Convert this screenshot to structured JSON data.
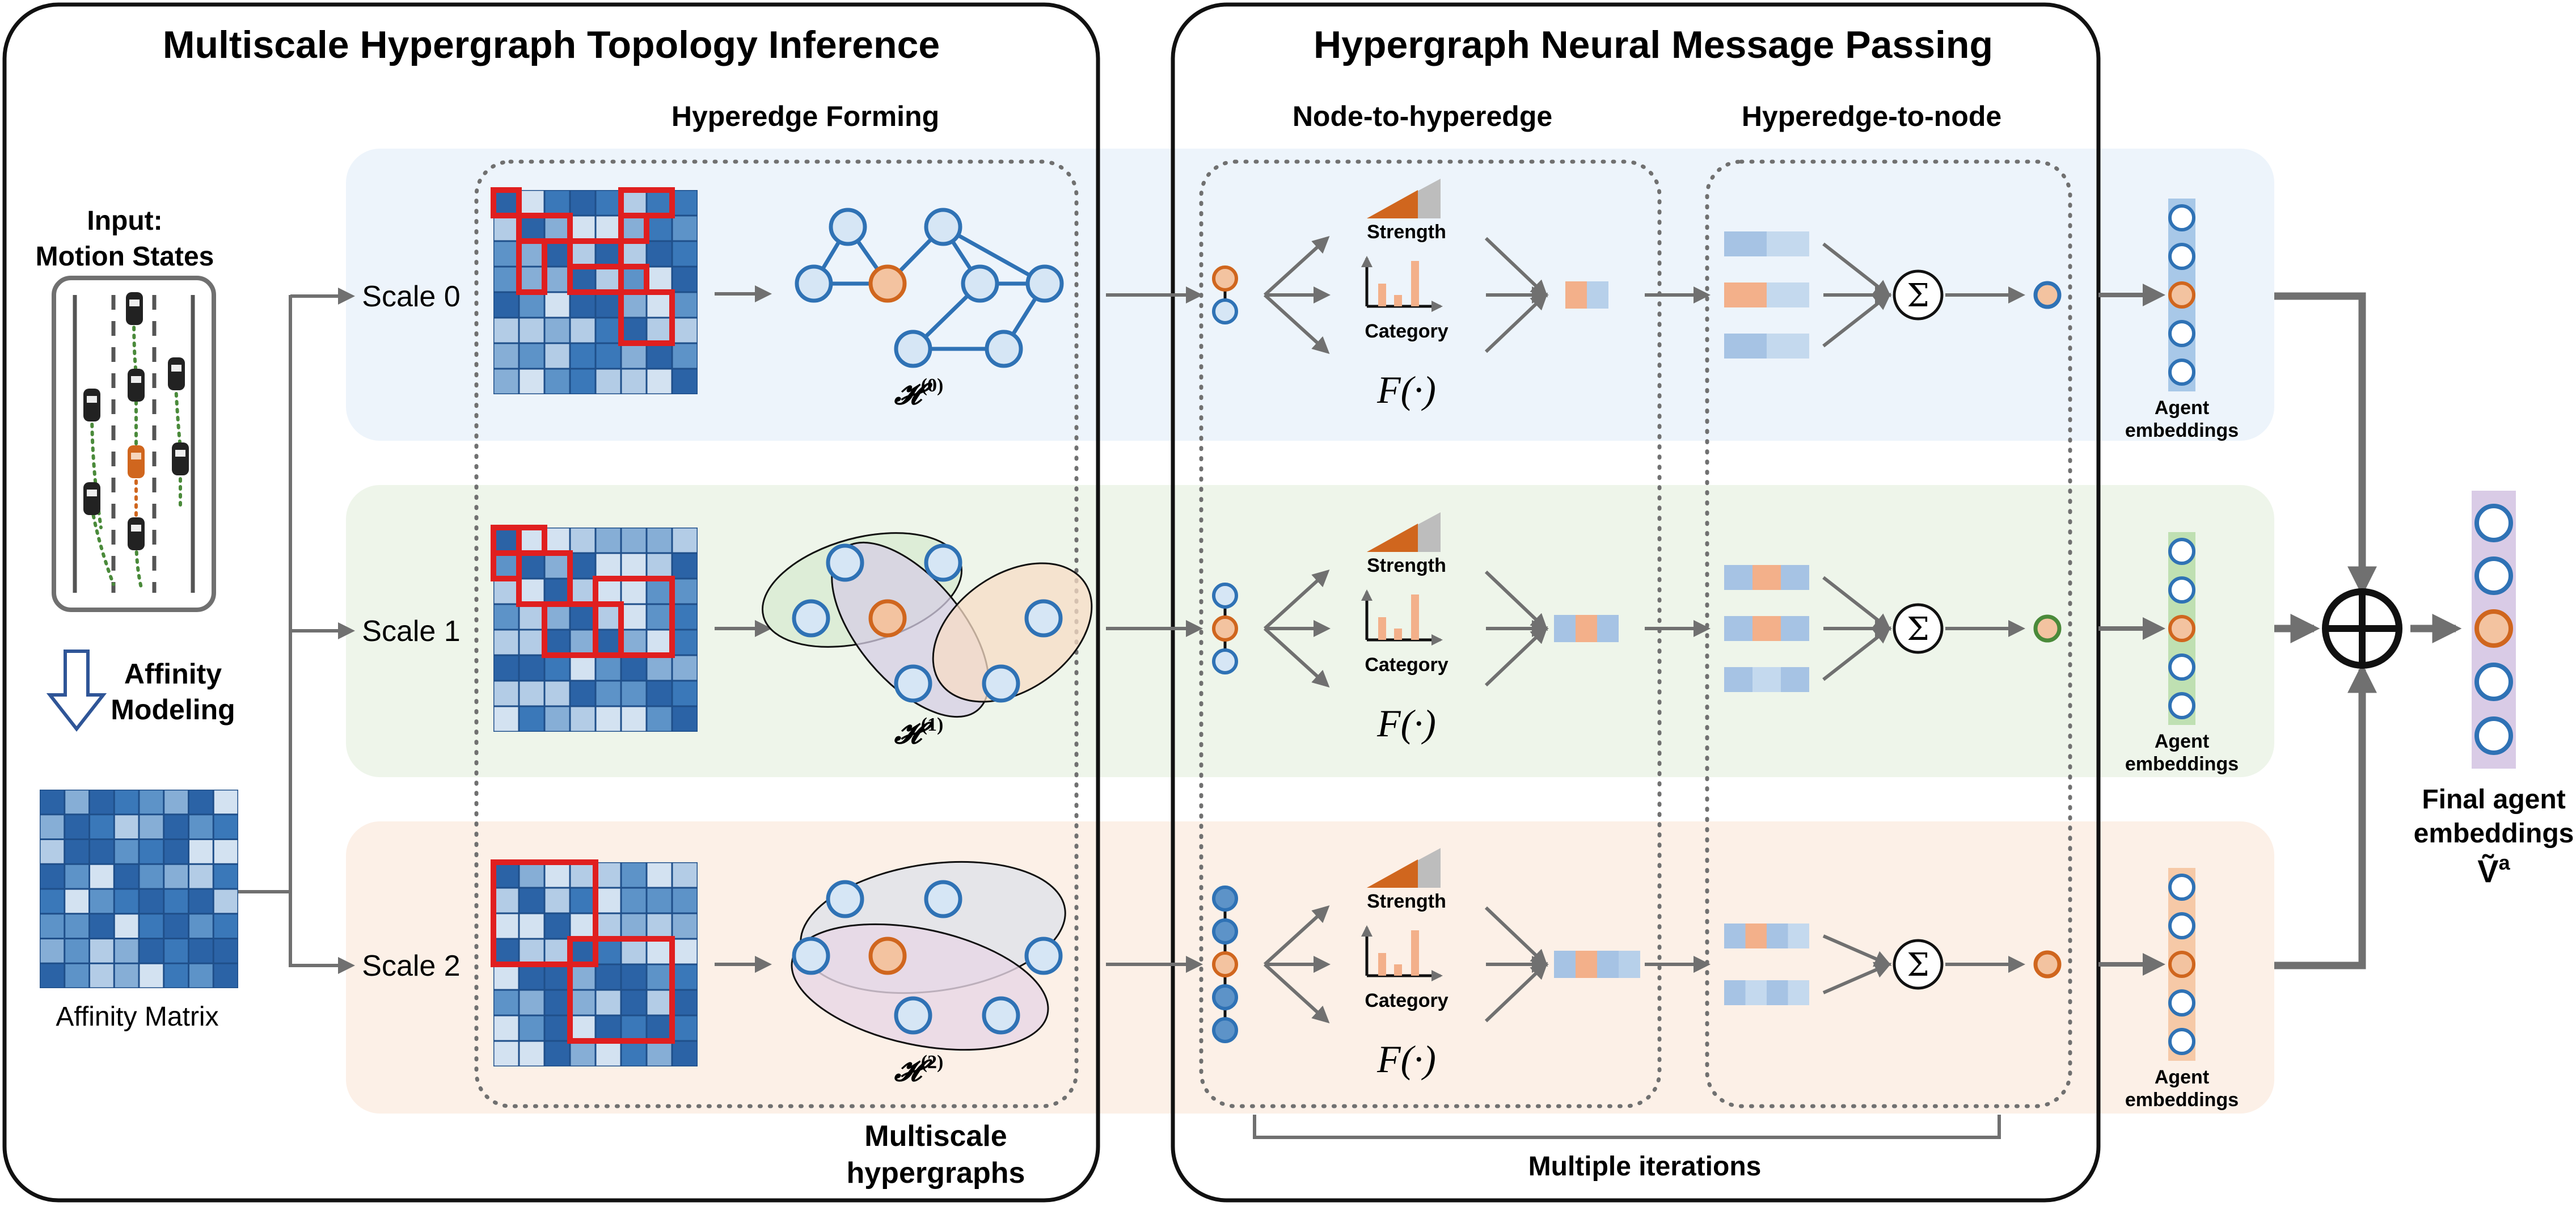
{
  "left_panel": {
    "title": "Multiscale Hypergraph Topology Inference",
    "hyperedge_forming": "Hyperedge Forming",
    "multiscale_hypergraphs_line1": "Multiscale",
    "multiscale_hypergraphs_line2": "hypergraphs"
  },
  "right_panel": {
    "title": "Hypergraph Neural Message Passing",
    "node_to_hyperedge": "Node-to-hyperedge",
    "hyperedge_to_node": "Hyperedge-to-node",
    "multiple_iterations": "Multiple iterations"
  },
  "input": {
    "line1": "Input:",
    "line2": "Motion States"
  },
  "affinity": {
    "line1": "Affinity",
    "line2": "Modeling",
    "matrix_label": "Affinity Matrix"
  },
  "scales": [
    {
      "label": "Scale 0",
      "hypergraph": "𝓗",
      "superscript": "(0)"
    },
    {
      "label": "Scale 1",
      "hypergraph": "𝓗",
      "superscript": "(1)"
    },
    {
      "label": "Scale 2",
      "hypergraph": "𝓗",
      "superscript": "(2)"
    }
  ],
  "strength_label": "Strength",
  "category_label": "Category",
  "function_label": "F(·)",
  "sum_symbol": "Σ",
  "agent_line1": "Agent",
  "agent_line2": "embeddings",
  "final": {
    "line1": "Final agent",
    "line2": "embeddings",
    "symbol": "Ṽ",
    "superscript": "a"
  },
  "colors": {
    "blue": "#2f72b5",
    "orange": "#d0661e",
    "green": "#4a8a3a",
    "red": "#e01f1f",
    "band_blue": "#edf4fb",
    "band_green": "#eef5ea",
    "band_orange": "#fcf0e7"
  }
}
